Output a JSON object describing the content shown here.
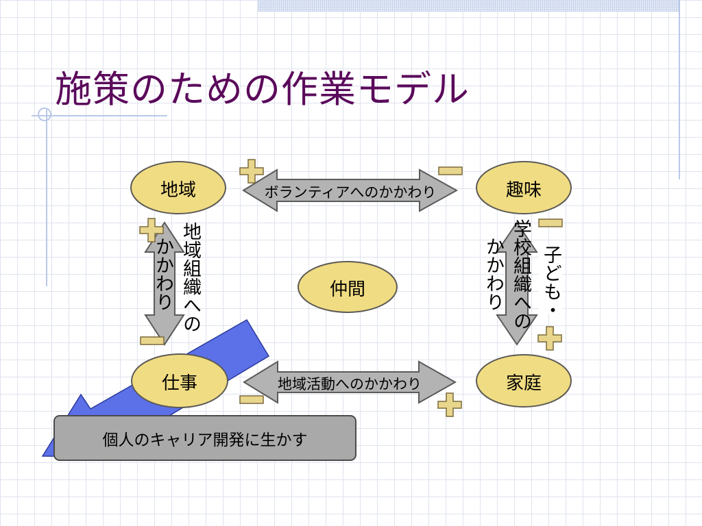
{
  "slide": {
    "title": "施策のための作業モデル"
  },
  "nodes": {
    "community": "地域",
    "hobby": "趣味",
    "companions": "仲間",
    "work": "仕事",
    "family": "家庭"
  },
  "arrows": {
    "top": "ボランティアへのかかわり",
    "bottom": "地域活動へのかかわり",
    "left_outer": "かかわり",
    "left_inner": "地域組織への",
    "right_outer": "かかわり",
    "right_inner": "学校組織への",
    "right_side": "子ども・"
  },
  "career": {
    "label": "個人のキャリア開発に生かす"
  },
  "colors": {
    "title": "#5b0a5b",
    "node_fill": "#f0dc82",
    "node_stroke": "#5c5a57",
    "arrow_fill": "#b3b3b3",
    "arrow_stroke": "#5a5a5a",
    "blue_arrow": "#5c70e8",
    "sign_fill": "#e9d68d",
    "sign_stroke": "#7a6a3c",
    "career_box": "#a9a9a9"
  }
}
